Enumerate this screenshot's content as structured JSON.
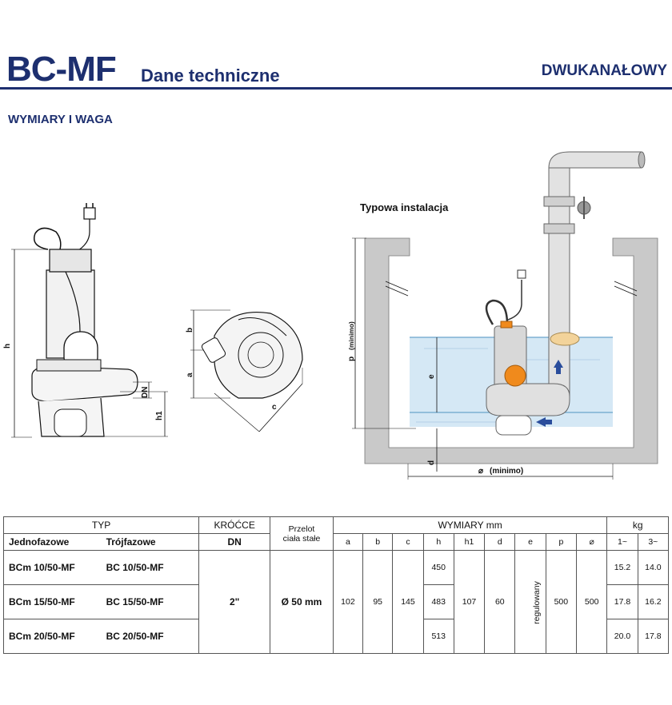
{
  "header": {
    "brand": "BC-MF",
    "subtitle": "Dane techniczne",
    "type_label": "DWUKANAŁOWY"
  },
  "section_title": "WYMIARY I WAGA",
  "installation_title": "Typowa instalacja",
  "dimension_labels": {
    "h": "h",
    "dn": "DN",
    "h1": "h1",
    "a": "a",
    "b": "b",
    "c": "c",
    "p": "p",
    "p_min": "(minimo)",
    "e": "e",
    "d": "d",
    "dia_symbol": "⌀",
    "dia_min": "(minimo)"
  },
  "table": {
    "typ": "TYP",
    "jednofazowe": "Jednofazowe",
    "trojfazowe": "Trójfazowe",
    "krocce": "KRÓĆCE",
    "dn": "DN",
    "przelot_line1": "Przelot",
    "przelot_line2": "ciała stałe",
    "wymiary": "WYMIARY mm",
    "kg": "kg",
    "cols": [
      "a",
      "b",
      "c",
      "h",
      "h1",
      "d",
      "e",
      "p",
      "⌀"
    ],
    "kg_cols": [
      "1~",
      "3~"
    ],
    "dn_value": "2\"",
    "przelot_value": "Ø 50 mm",
    "a_value": "102",
    "b_value": "95",
    "c_value": "145",
    "h1_value": "107",
    "d_value": "60",
    "e_value": "regulowany",
    "p_value": "500",
    "dia_value": "500",
    "rows": [
      {
        "mono": "BCm 10/50-MF",
        "tri": "BC 10/50-MF",
        "h": "450",
        "kg1": "15.2",
        "kg3": "14.0"
      },
      {
        "mono": "BCm 15/50-MF",
        "tri": "BC 15/50-MF",
        "h": "483",
        "kg1": "17.8",
        "kg3": "16.2"
      },
      {
        "mono": "BCm 20/50-MF",
        "tri": "BC 20/50-MF",
        "h": "513",
        "kg1": "20.0",
        "kg3": "17.8"
      }
    ]
  }
}
